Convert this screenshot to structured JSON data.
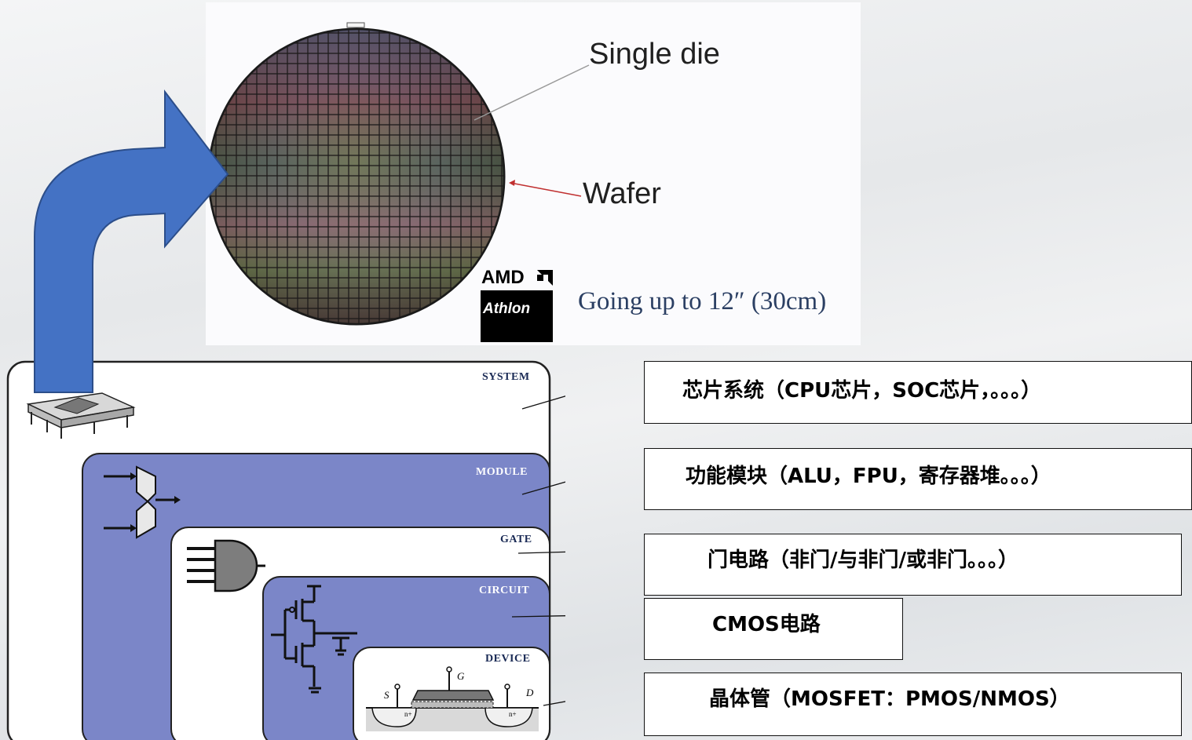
{
  "wafer_photo": {
    "single_die_label": "Single die",
    "wafer_label": "Wafer",
    "size_caption": "Going up to 12″ (30cm)",
    "brand_logo": "AMD",
    "product_logo": "Athlon"
  },
  "hierarchy_levels": [
    {
      "label": "SYSTEM"
    },
    {
      "label": "MODULE"
    },
    {
      "label": "GATE"
    },
    {
      "label": "CIRCUIT"
    },
    {
      "label": "DEVICE"
    }
  ],
  "descriptions": [
    {
      "text": "芯片系统（CPU芯片，SOC芯片，。。。）"
    },
    {
      "text": "功能模块（ALU，FPU，寄存器堆。。。）"
    },
    {
      "text": "门电路（非门/与非门/或非门。。。）"
    },
    {
      "text": "CMOS电路"
    },
    {
      "text": "晶体管（MOSFET：PMOS/NMOS）"
    }
  ],
  "device_terminals": {
    "source": "S",
    "gate": "G",
    "drain": "D",
    "doping": "n+"
  },
  "colors": {
    "arrow_fill": "#4472c4",
    "module_fill": "#7b86c8",
    "panel_border": "#222222"
  },
  "icons": [
    "curved-up-arrow-icon",
    "chip-package-icon",
    "multiplexer-icon",
    "and-gate-icon",
    "cmos-inverter-icon",
    "mosfet-cross-section-icon",
    "wafer-image"
  ]
}
